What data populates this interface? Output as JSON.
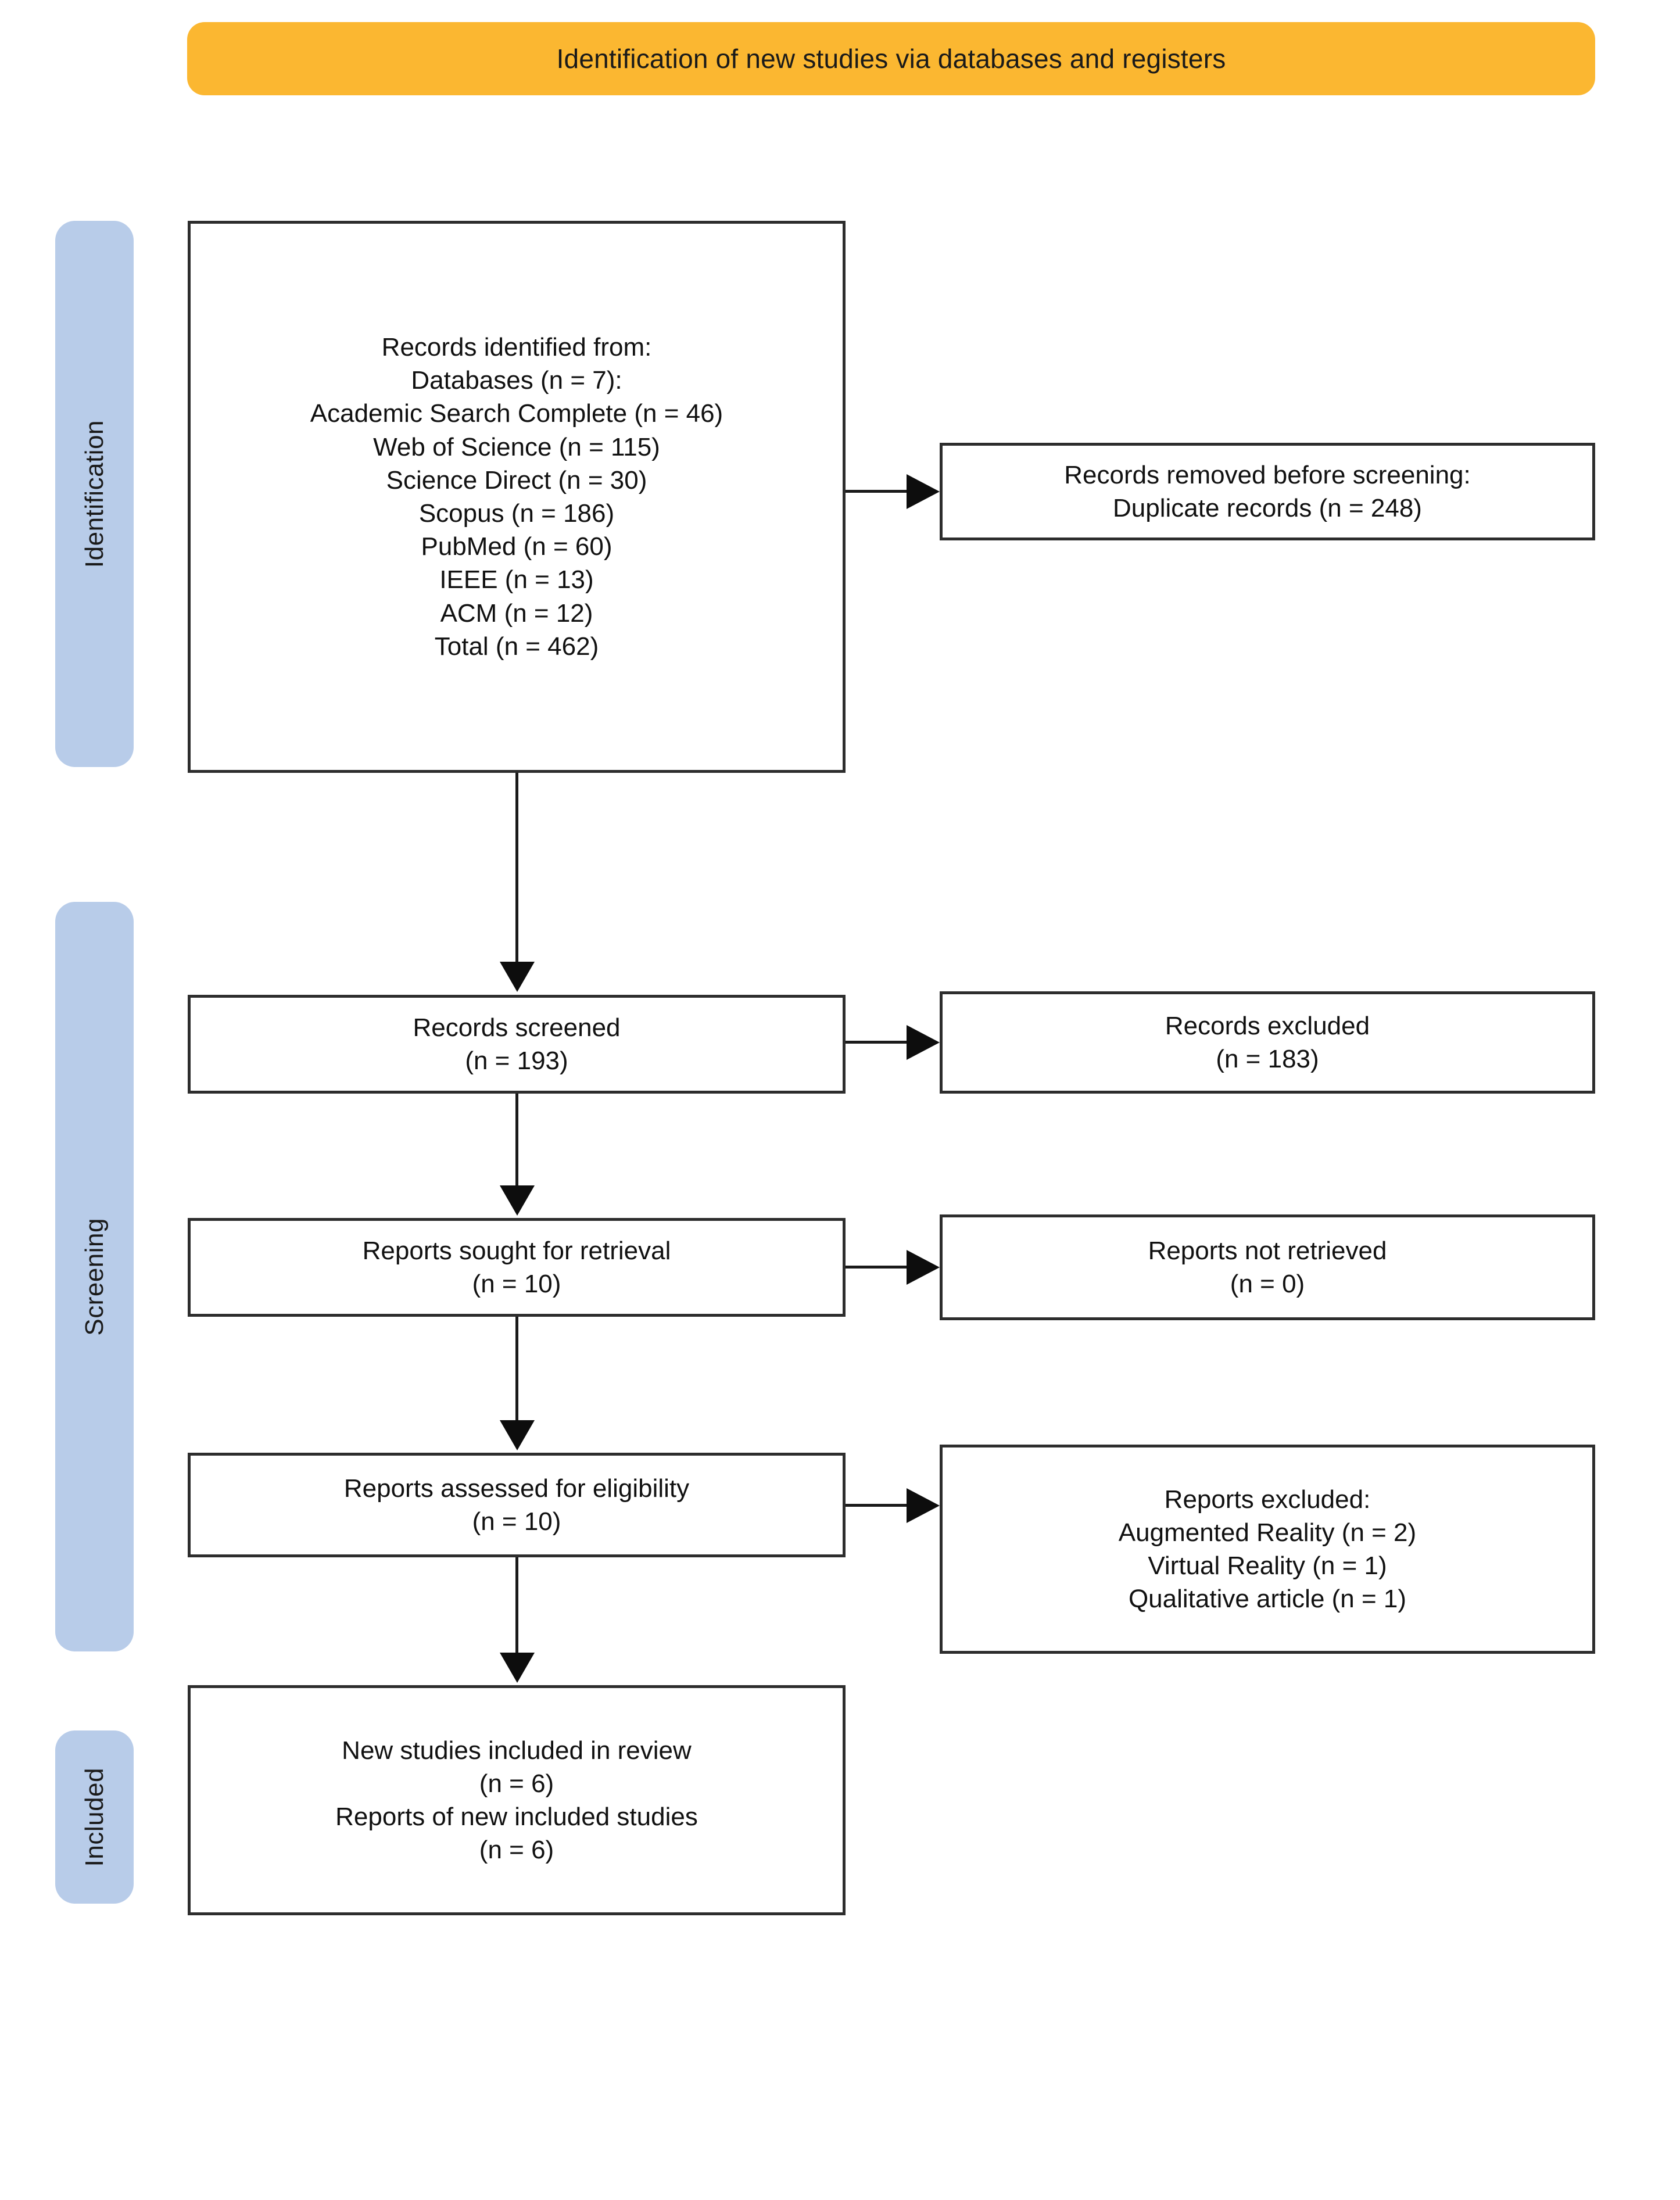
{
  "header": {
    "title": "Identification of new studies via databases and registers",
    "color": "#fbb731"
  },
  "stages": {
    "color": "#b8cce9",
    "items": [
      {
        "label": "Identification"
      },
      {
        "label": "Screening"
      },
      {
        "label": "Included"
      }
    ]
  },
  "boxes": {
    "identified": {
      "lines": [
        "Records identified from:",
        "Databases (n = 7):",
        "Academic Search Complete (n = 46)",
        "Web of Science (n = 115)",
        "Science Direct (n = 30)",
        "Scopus (n = 186)",
        "PubMed (n = 60)",
        "IEEE (n = 13)",
        "ACM (n = 12)",
        "Total (n = 462)"
      ]
    },
    "removed": {
      "lines": [
        "Records removed before screening:",
        "Duplicate records (n = 248)"
      ]
    },
    "screened": {
      "lines": [
        "Records screened",
        "(n = 193)"
      ]
    },
    "records_excluded": {
      "lines": [
        "Records excluded",
        "(n = 183)"
      ]
    },
    "sought": {
      "lines": [
        "Reports sought for retrieval",
        "(n = 10)"
      ]
    },
    "not_retrieved": {
      "lines": [
        "Reports not retrieved",
        "(n = 0)"
      ]
    },
    "assessed": {
      "lines": [
        "Reports assessed for eligibility",
        "(n = 10)"
      ]
    },
    "reports_excluded": {
      "lines": [
        "Reports excluded:",
        "Augmented Reality (n = 2)",
        "Virtual Reality (n = 1)",
        "Qualitative article (n = 1)"
      ]
    },
    "included": {
      "lines": [
        "New studies included in review",
        "(n = 6)",
        "Reports of new included studies",
        "(n = 6)"
      ]
    }
  }
}
